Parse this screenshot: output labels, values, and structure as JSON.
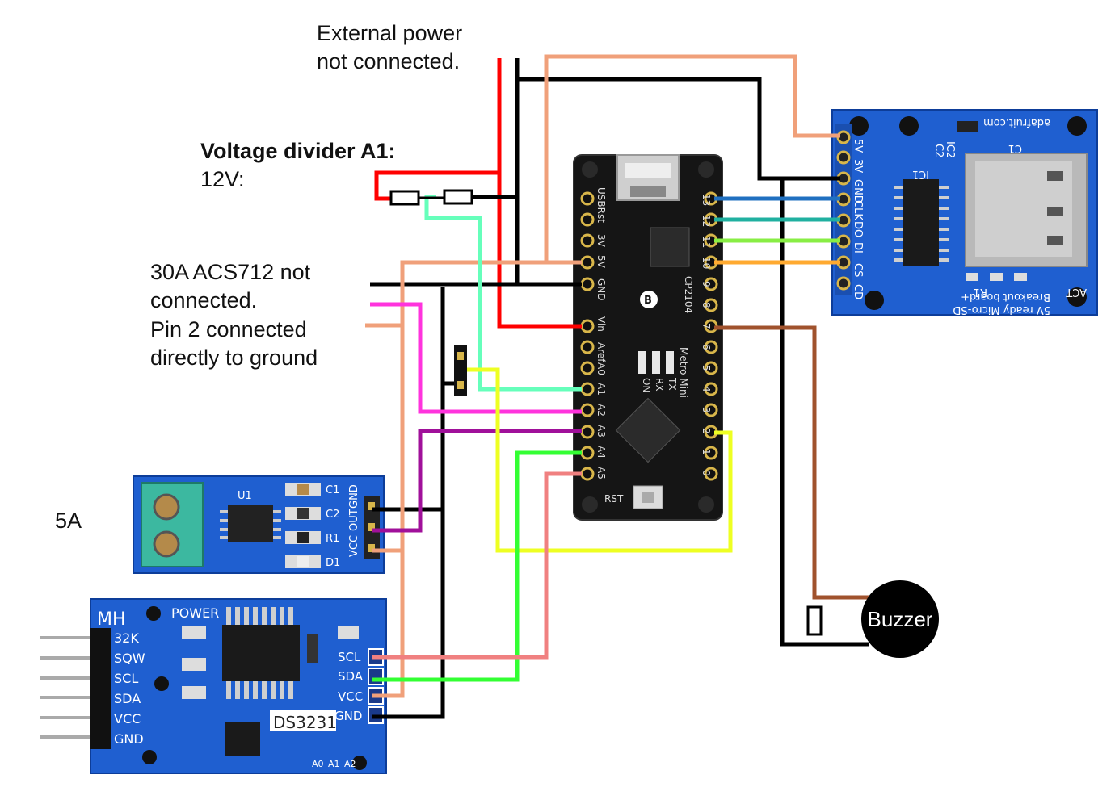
{
  "annotations": {
    "external_power_line1": "External power",
    "external_power_line2": "not connected.",
    "voltage_divider_title": "Voltage divider A1:",
    "voltage_divider_sub": "12V:",
    "acs_line1": "30A  ACS712 not",
    "acs_line2": "connected.",
    "acs_line3": "Pin 2 connected",
    "acs_line4": "directly to ground",
    "acs5a_label": "5A",
    "buzzer_label": "Buzzer"
  },
  "metro_mini": {
    "left_pins": [
      "USBRst",
      "3V",
      "5V",
      "GND",
      "Vin",
      "Aref",
      "A0",
      "A1",
      "A2",
      "A3",
      "A4",
      "A5"
    ],
    "right_pins": [
      "13",
      "12",
      "11",
      "10",
      "9",
      "8",
      "7",
      "6",
      "5",
      "4",
      "3",
      "2",
      "1",
      "0"
    ],
    "silk": [
      "CP2104",
      "Metro Mini",
      "ON",
      "RX",
      "TX",
      "RST",
      "B"
    ]
  },
  "sd_board": {
    "pins": [
      "5V",
      "3V",
      "GND",
      "CLK",
      "DO",
      "DI",
      "CS",
      "CD"
    ],
    "silk": [
      "adafruit.com",
      "5V ready Micro-SD",
      "Breakout board+",
      "IC1",
      "IC2",
      "C1",
      "C2",
      "R1",
      "ACT"
    ]
  },
  "acs712_5a": {
    "pins": [
      "VCC",
      "OUT",
      "GND"
    ],
    "silk": [
      "U1",
      "C1",
      "C2",
      "R1",
      "D1"
    ]
  },
  "rtc_ds3231": {
    "left_pins": [
      "32K",
      "SQW",
      "SCL",
      "SDA",
      "VCC",
      "GND"
    ],
    "right_pins": [
      "SCL",
      "SDA",
      "VCC",
      "GND"
    ],
    "silk": [
      "MH",
      "POWER",
      "DS3231",
      "A0",
      "A1",
      "A2"
    ]
  },
  "colors": {
    "pcb_blue": "#1f5fd0",
    "metro_black": "#151515",
    "wire_red": "#ff0000",
    "wire_black": "#000000",
    "wire_salmon": "#f0a07a",
    "wire_mint": "#66ffbb",
    "wire_magenta": "#ff33dd",
    "wire_purple": "#a0109a",
    "wire_yellow": "#eeff22",
    "wire_green": "#33ff33",
    "wire_pink": "#f08080",
    "wire_brown": "#a0522d",
    "wire_blue": "#2070c0",
    "wire_teal": "#20b0a0",
    "wire_lime": "#88ee44",
    "wire_orange": "#ffaa30"
  },
  "icons": [
    "usb-connector-icon",
    "terminal-block-icon",
    "resistor-icon",
    "jumper-icon",
    "buzzer-icon",
    "sd-slot-icon",
    "ic-chip-icon",
    "header-pins-icon"
  ]
}
